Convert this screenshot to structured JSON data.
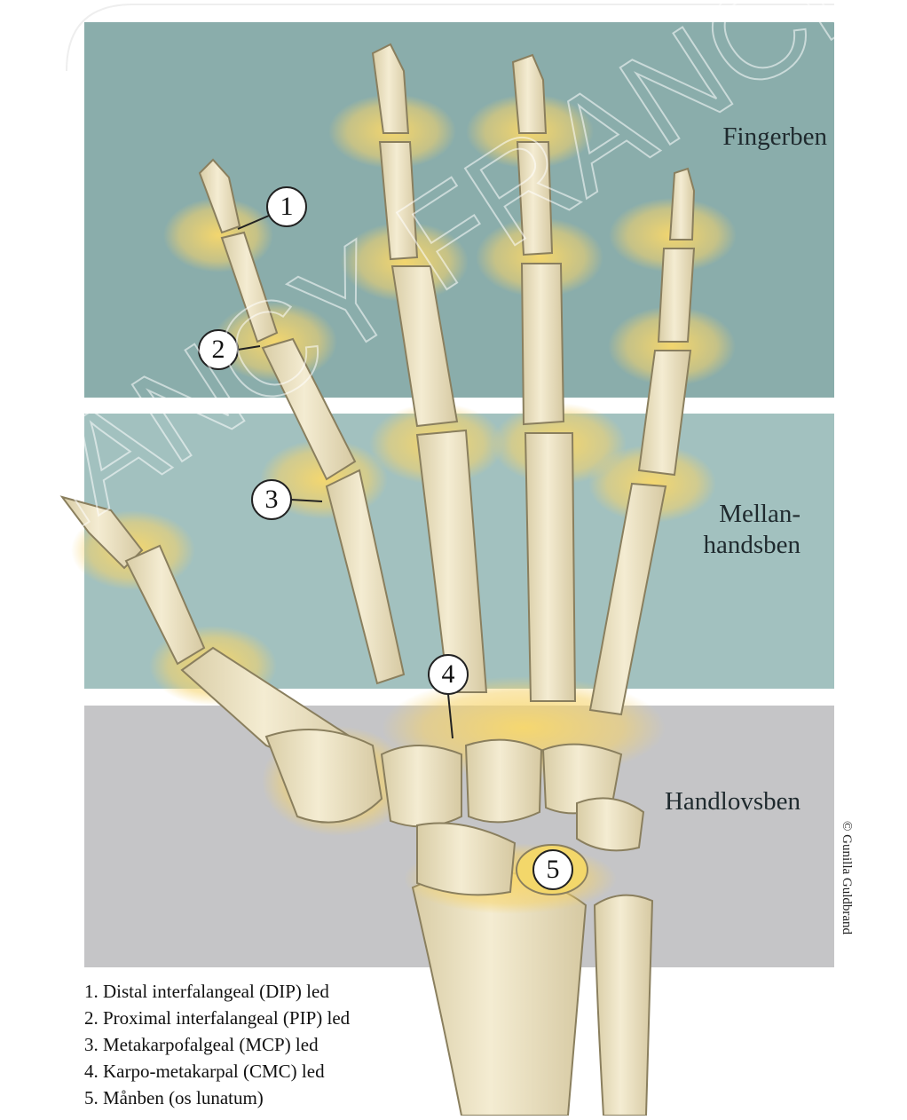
{
  "regions": {
    "fingers": "Fingerben",
    "metacarpals_line1": "Mellan-",
    "metacarpals_line2": "handsben",
    "wrist": "Handlovsben"
  },
  "callouts": [
    "1",
    "2",
    "3",
    "4",
    "5"
  ],
  "legend": [
    "1. Distal interfalangeal (DIP) led",
    "2. Proximal interfalangeal (PIP) led",
    "3. Metakarpofalgeal (MCP) led",
    "4. Karpo-metakarpal (CMC) led",
    "5. Månben (os lunatum)"
  ],
  "credit": "© Gunilla Guldbrand",
  "watermark": "NANCY FRANCE",
  "colors": {
    "finger_zone": "#8aadab",
    "metacarpal_zone": "#a2c1bf",
    "wrist_zone": "#c5c5c7",
    "bone": "#ece3c2",
    "joint_glow": "#f6d36a"
  }
}
